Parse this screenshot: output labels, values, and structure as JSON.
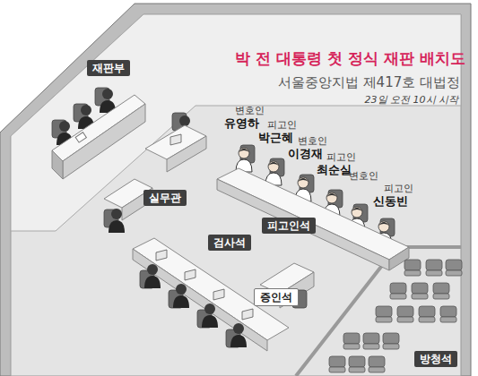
{
  "diagram": {
    "title": "박 전 대통령 첫 정식 재판 배치도",
    "nodes": [
      {
        "text": [
          "재판부"
        ]
      },
      {
        "text": [
          "실무관"
        ]
      },
      {
        "text": [
          "피고인석"
        ]
      },
      {
        "text": [
          "검사석"
        ]
      },
      {
        "text": [
          "증인석"
        ]
      },
      {
        "text": [
          "방청석"
        ]
      }
    ],
    "labels": [
      "서울중앙지법 제417호 대법정",
      "23일 오전 10시 시작",
      "변호인",
      "유영하",
      "피고인",
      "박근혜",
      "변호인",
      "이경재",
      "피고인",
      "최순실",
      "변호인",
      "피고인",
      "신동빈"
    ]
  }
}
